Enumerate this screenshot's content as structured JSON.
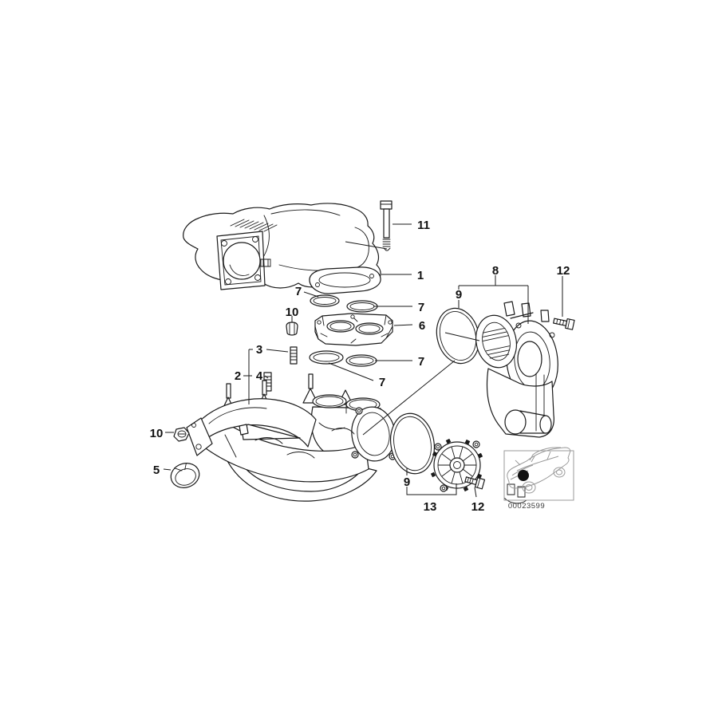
{
  "diagram": {
    "callouts": {
      "n1": "1",
      "n2": "2",
      "n3": "3",
      "n4": "4",
      "n5": "5",
      "n6": "6",
      "n7a": "7",
      "n7b": "7",
      "n7c": "7",
      "n7d": "7",
      "n8": "8",
      "n9a": "9",
      "n9b": "9",
      "n10a": "10",
      "n10b": "10",
      "n11": "11",
      "n12a": "12",
      "n12b": "12",
      "n13": "13"
    },
    "thumbnail": {
      "code": "00023599"
    },
    "colors": {
      "line": "#1a1a1a",
      "thumbnail_line": "#9a9a9a",
      "marker_dot": "#111111",
      "background": "#ffffff"
    }
  }
}
